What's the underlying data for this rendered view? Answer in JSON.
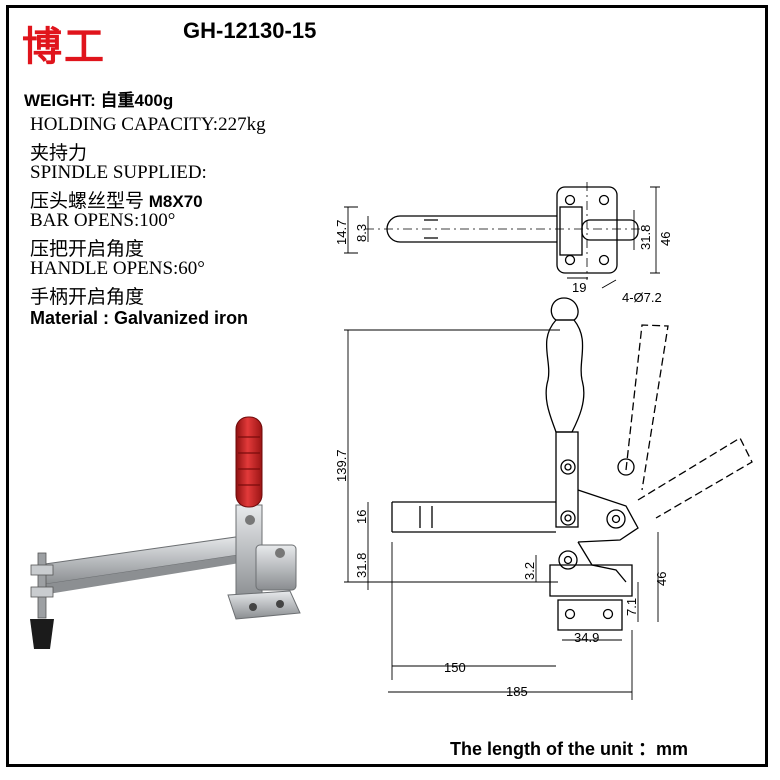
{
  "header": {
    "brand": "博工",
    "model": "GH-12130-15"
  },
  "specs": {
    "weight_label": "WEIGHT:",
    "weight_value": "自重400g",
    "holding_capacity": "HOLDING CAPACITY:227kg",
    "holding_capacity_cn": "夹持力",
    "spindle_supplied": "SPINDLE SUPPLIED:",
    "spindle_cn": "压头螺丝型号",
    "spindle_value": "M8X70",
    "bar_opens": "BAR OPENS:100°",
    "bar_opens_cn": "压把开启角度",
    "handle_opens": "HANDLE OPENS:60°",
    "handle_opens_cn": "手柄开启角度",
    "material": "Material :  Galvanized iron"
  },
  "dimensions": {
    "d_14_7": "14.7",
    "d_8_3": "8.3",
    "d_31_8_top": "31.8",
    "d_46_top": "46",
    "d_19": "19",
    "d_holes": "4-Ø7.2",
    "d_139_7": "139.7",
    "d_16": "16",
    "d_31_8": "31.8",
    "d_3_2": "3.2",
    "d_46": "46",
    "d_7_1": "7.1",
    "d_34_9": "34.9",
    "d_150": "150",
    "d_185": "185"
  },
  "footer": {
    "unit_note": "The length of the unit  ：mm"
  },
  "colors": {
    "brand": "#e0141c",
    "handle_grip": "#cc1f1f",
    "metal": "#b9bcbf"
  }
}
